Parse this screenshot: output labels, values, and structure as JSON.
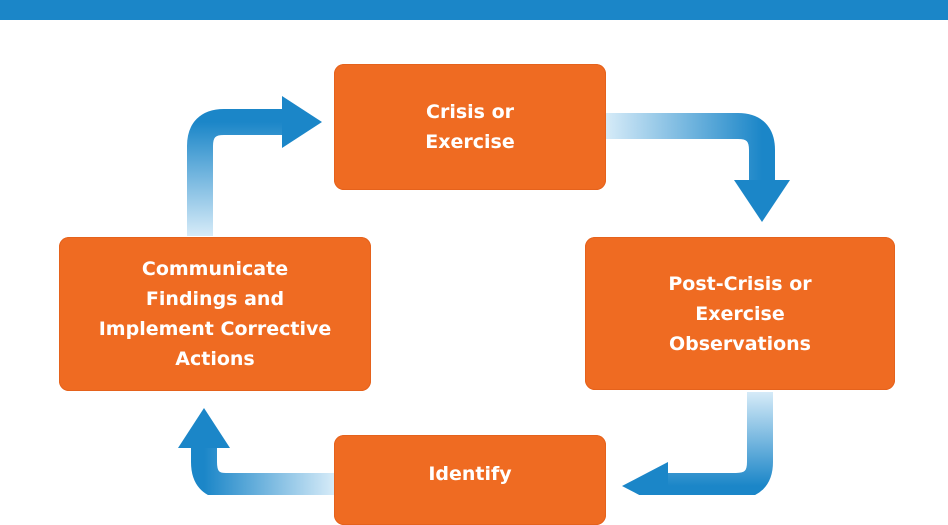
{
  "diagram": {
    "steps": {
      "crisis_or_exercise": "Crisis or\nExercise",
      "observations": "Post-Crisis or\nExercise\nObservations",
      "identify": "Identify",
      "communicate": "Communicate\nFindings and\nImplement Corrective\nActions"
    },
    "colors": {
      "box": "#ef6b22",
      "arrow": "#1b86c8",
      "arrow_light": "#d6ebf8",
      "top_bar": "#1b86c8",
      "text": "#ffffff"
    }
  }
}
